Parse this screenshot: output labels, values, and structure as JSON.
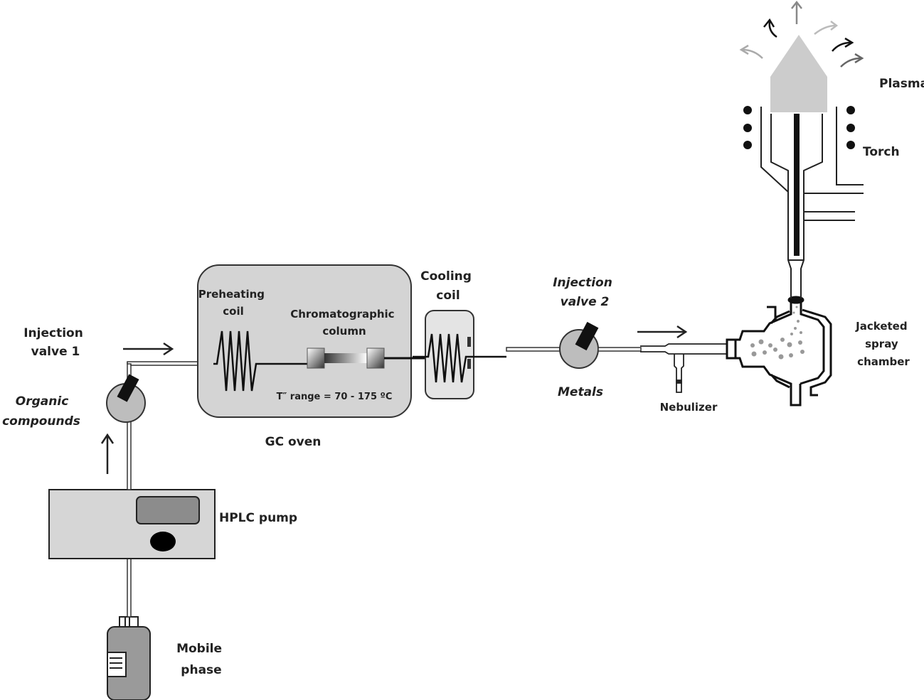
{
  "diagram": {
    "title": "HPLC–GC oven–ICP setup",
    "colors": {
      "oven_fill": "#d4d4d4",
      "valve_fill": "#bdbdbd",
      "pump_fill": "#d6d6d6",
      "pump_display": "#8c8c8c",
      "bottle_fill": "#9a9a9a",
      "plasma_fill": "#cccccc",
      "line": "#222222"
    },
    "labels": {
      "injection_valve_1": [
        "Injection",
        "valve 1"
      ],
      "organic_compounds": [
        "Organic",
        "compounds"
      ],
      "preheating_coil": [
        "Preheating",
        "coil"
      ],
      "chromatographic_column": [
        "Chromatographic",
        "column"
      ],
      "temperature_range": "T″ range = 70 - 175 ºC",
      "gc_oven": "GC oven",
      "cooling_coil": [
        "Cooling",
        "coil"
      ],
      "injection_valve_2": [
        "Injection",
        "valve 2"
      ],
      "metals": "Metals",
      "nebulizer": "Nebulizer",
      "jacketed_spray_chamber": [
        "Jacketed",
        "spray",
        "chamber"
      ],
      "torch": "Torch",
      "plasma": "Plasma",
      "hplc_pump": "HPLC pump",
      "mobile_phase": [
        "Mobile",
        "phase"
      ]
    }
  }
}
